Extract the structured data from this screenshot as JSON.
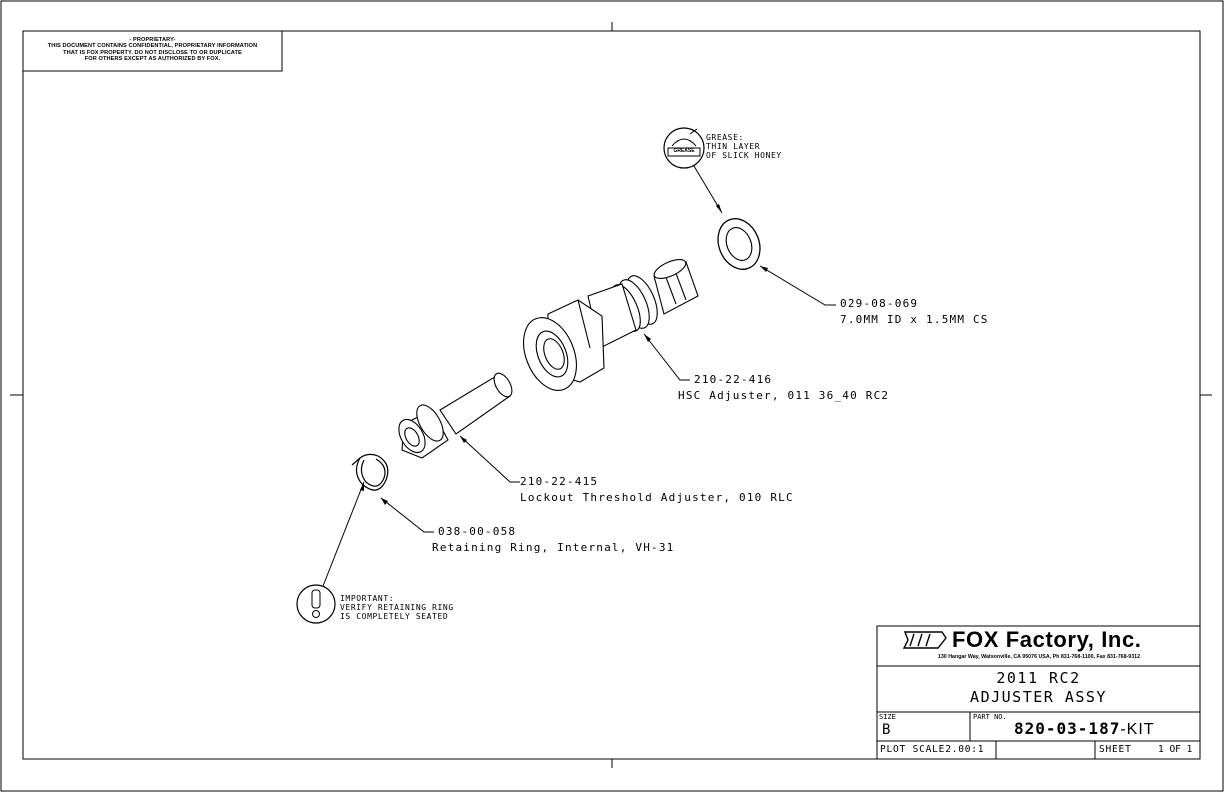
{
  "proprietary": {
    "heading": "- PROPRIETARY-",
    "line1": "THIS DOCUMENT CONTAINS CONFIDENTIAL, PROPRIETARY INFORMATION",
    "line2": "THAT IS FOX PROPERTY.  DO NOT DISCLOSE TO OR DUPLICATE",
    "line3": "FOR OTHERS EXCEPT AS AUTHORIZED BY FOX."
  },
  "notes": {
    "grease_symbol": "GREASE",
    "grease_line1": "GREASE:",
    "grease_line2": "THIN LAYER",
    "grease_line3": "OF SLICK HONEY",
    "important_line1": "IMPORTANT:",
    "important_line2": "VERIFY RETAINING RING",
    "important_line3": "IS COMPLETELY SEATED"
  },
  "callouts": [
    {
      "part": "029-08-069",
      "desc": "7.0MM ID x 1.5MM CS"
    },
    {
      "part": "210-22-416",
      "desc": "HSC Adjuster, 011 36_40 RC2"
    },
    {
      "part": "210-22-415",
      "desc": "Lockout Threshold Adjuster, 010 RLC"
    },
    {
      "part": "038-00-058",
      "desc": "Retaining Ring, Internal, VH-31"
    }
  ],
  "title_block": {
    "company": "FOX Factory, Inc.",
    "address": "130 Hangar Way, Watsonville, CA 95076 USA, Ph 831-768-1100, Fax 831-768-9312",
    "title_line1": "2011 RC2",
    "title_line2": "ADJUSTER ASSY",
    "size_label": "SIZE",
    "size_value": "B",
    "part_no_label": "PART NO.",
    "part_no": "820-03-187",
    "part_suffix": "-KIT",
    "plot_scale": "PLOT SCALE2.00:1",
    "sheet_label": "SHEET",
    "sheet_value": "1 OF 1"
  }
}
